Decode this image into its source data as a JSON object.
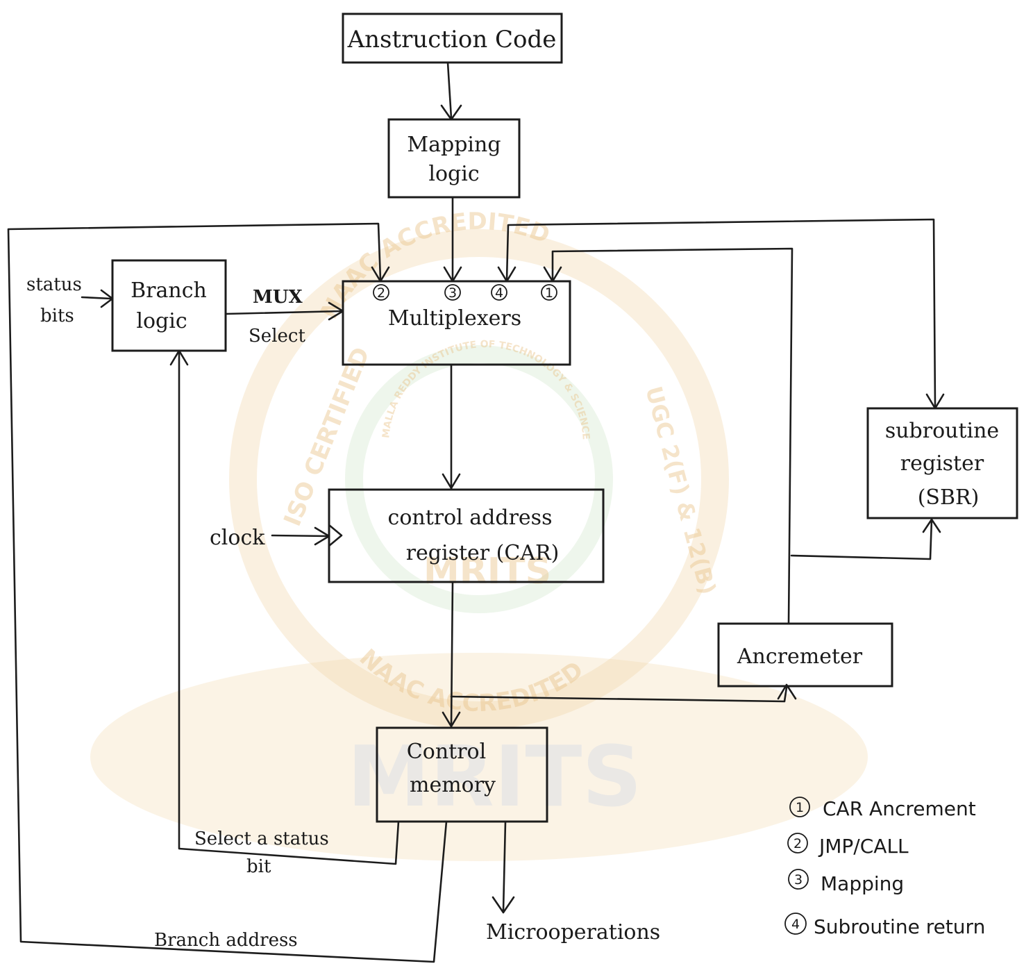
{
  "blocks": {
    "instruction_code": "Anstruction Code",
    "mapping_logic": [
      "Mapping",
      "logic"
    ],
    "branch_logic": [
      "Branch",
      "logic"
    ],
    "multiplexers": "Multiplexers",
    "car": [
      "control address",
      "register (CAR)"
    ],
    "sbr": [
      "subroutine",
      "register",
      "(SBR)"
    ],
    "incrementer": "Ancremeter",
    "control_memory": [
      "Control",
      "memory"
    ]
  },
  "mux_ports": [
    "2",
    "3",
    "4",
    "1"
  ],
  "signals": {
    "status_bits": [
      "status",
      "bits"
    ],
    "mux_select": [
      "MUX",
      "Select"
    ],
    "clock": "clock",
    "select_status": [
      "Select a status",
      "bit"
    ],
    "branch_address": "Branch address",
    "microoperations": "Microoperations"
  },
  "legend": [
    {
      "num": "1",
      "text": "CAR Ancrement"
    },
    {
      "num": "2",
      "text": "JMP/CALL"
    },
    {
      "num": "3",
      "text": "Mapping"
    },
    {
      "num": "4",
      "text": "Subroutine return"
    }
  ],
  "watermark": {
    "top": "NAAC ACCREDITED",
    "left": "ISO CERTIFIED",
    "right": "UGC 2(F) & 12(B)",
    "inner": "MALLA REDDY INSTITUTE OF TECHNOLOGY & SCIENCE",
    "center": "MRITS",
    "bottom": "NAAC ACCREDITED",
    "banner": "MRITS"
  }
}
